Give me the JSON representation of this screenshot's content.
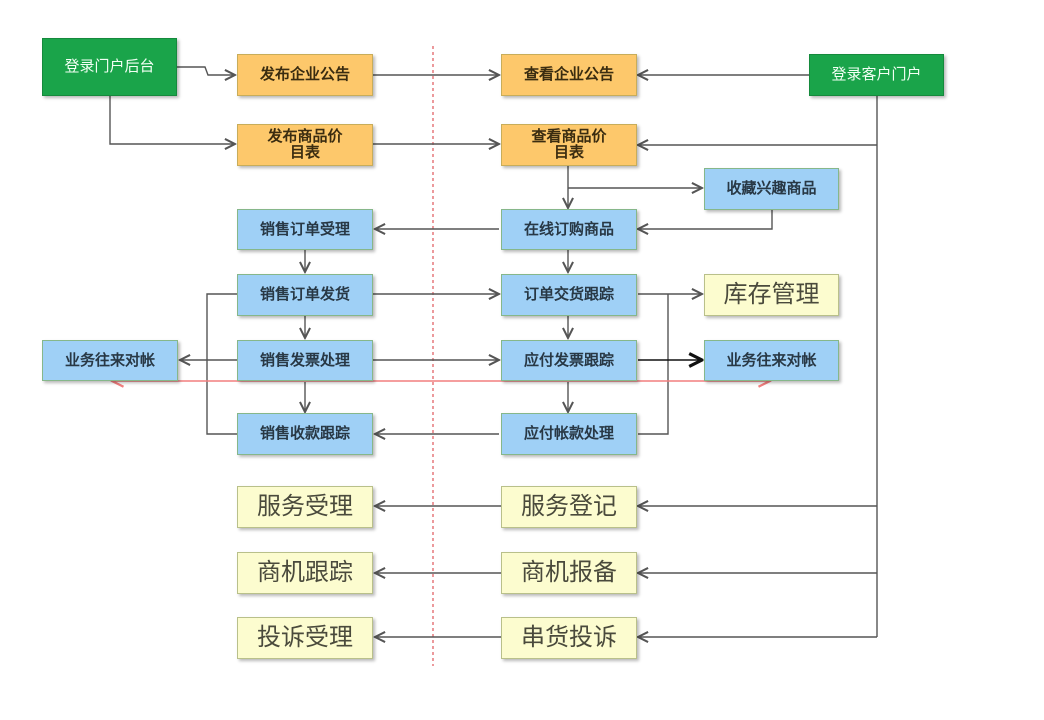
{
  "diagram": {
    "type": "flowchart",
    "colors": {
      "portal": "#1aa44a",
      "announcement": "#fdc86b",
      "process": "#9fd0f6",
      "module": "#fcfccf",
      "connector": "#555555",
      "highlight_connector": "#f27f7f",
      "divider": "#e0565a"
    },
    "nodes": {
      "login_backend": {
        "label": "登录门户后台"
      },
      "publish_notice": {
        "label": "发布企业公告"
      },
      "publish_pricelist": {
        "label": "发布商品价目表"
      },
      "view_notice": {
        "label": "查看企业公告"
      },
      "view_pricelist": {
        "label": "查看商品价目表"
      },
      "login_customer": {
        "label": "登录客户门户"
      },
      "favorite_goods": {
        "label": "收藏兴趣商品"
      },
      "online_order": {
        "label": "在线订购商品"
      },
      "sales_order_accept": {
        "label": "销售订单受理"
      },
      "sales_order_ship": {
        "label": "销售订单发货"
      },
      "order_delivery_track": {
        "label": "订单交货跟踪"
      },
      "inventory_mgmt": {
        "label": "库存管理"
      },
      "sales_invoice": {
        "label": "销售发票处理"
      },
      "payable_invoice_track": {
        "label": "应付发票跟踪"
      },
      "reconcile_left": {
        "label": "业务往来对帐"
      },
      "reconcile_right": {
        "label": "业务往来对帐"
      },
      "sales_receipt_track": {
        "label": "销售收款跟踪"
      },
      "payable_payment": {
        "label": "应付帐款处理"
      },
      "service_accept": {
        "label": "服务受理"
      },
      "service_register": {
        "label": "服务登记"
      },
      "lead_track": {
        "label": "商机跟踪"
      },
      "lead_report": {
        "label": "商机报备"
      },
      "complaint_accept": {
        "label": "投诉受理"
      },
      "cross_sell_complaint": {
        "label": "串货投诉"
      }
    },
    "edges": [
      {
        "from": "login_backend",
        "to": "publish_notice"
      },
      {
        "from": "login_backend",
        "to": "publish_pricelist"
      },
      {
        "from": "publish_notice",
        "to": "view_notice"
      },
      {
        "from": "publish_pricelist",
        "to": "view_pricelist"
      },
      {
        "from": "login_customer",
        "to": "view_notice"
      },
      {
        "from": "login_customer",
        "to": "view_pricelist"
      },
      {
        "from": "view_pricelist",
        "to": "favorite_goods"
      },
      {
        "from": "view_pricelist",
        "to": "online_order"
      },
      {
        "from": "favorite_goods",
        "to": "online_order"
      },
      {
        "from": "online_order",
        "to": "sales_order_accept"
      },
      {
        "from": "sales_order_accept",
        "to": "sales_order_ship"
      },
      {
        "from": "sales_order_ship",
        "to": "order_delivery_track"
      },
      {
        "from": "sales_order_ship",
        "to": "sales_invoice"
      },
      {
        "from": "sales_order_ship",
        "to": "sales_receipt_track"
      },
      {
        "from": "sales_invoice",
        "to": "reconcile_left"
      },
      {
        "from": "sales_invoice",
        "to": "payable_invoice_track"
      },
      {
        "from": "sales_invoice",
        "to": "sales_receipt_track"
      },
      {
        "from": "online_order",
        "to": "order_delivery_track"
      },
      {
        "from": "order_delivery_track",
        "to": "payable_invoice_track"
      },
      {
        "from": "order_delivery_track",
        "to": "inventory_mgmt"
      },
      {
        "from": "payable_invoice_track",
        "to": "reconcile_right"
      },
      {
        "from": "payable_invoice_track",
        "to": "payable_payment"
      },
      {
        "from": "payable_payment",
        "to": "sales_receipt_track"
      },
      {
        "from": "payable_payment",
        "to": "inventory_mgmt"
      },
      {
        "from": "reconcile_right",
        "to": "reconcile_left",
        "style": "highlight",
        "bidirectional": true
      },
      {
        "from": "login_customer",
        "to": "service_register"
      },
      {
        "from": "login_customer",
        "to": "lead_report"
      },
      {
        "from": "login_customer",
        "to": "cross_sell_complaint"
      },
      {
        "from": "service_register",
        "to": "service_accept"
      },
      {
        "from": "lead_report",
        "to": "lead_track"
      },
      {
        "from": "cross_sell_complaint",
        "to": "complaint_accept"
      }
    ]
  }
}
